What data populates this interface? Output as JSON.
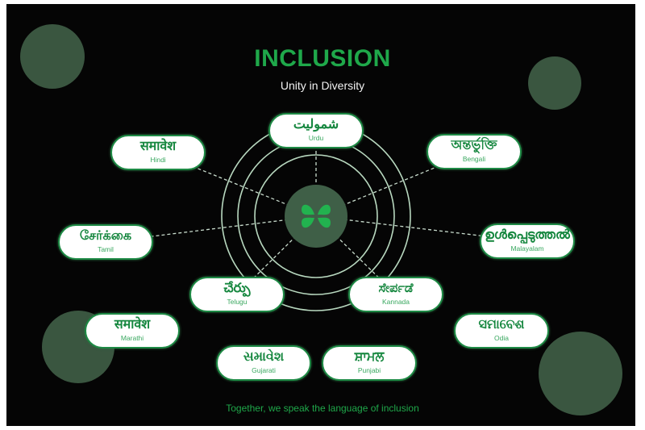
{
  "header": {
    "title": "INCLUSION",
    "subtitle": "Unity in Diversity"
  },
  "footer": "Together, we speak the language of inclusion",
  "center_icon": "clover-logo-icon",
  "colors": {
    "accent": "#1fa84a",
    "background": "#050505",
    "ring": "#b8d8bf",
    "decor": "#3a5640",
    "hub": "#3f5f47"
  },
  "languages": [
    {
      "word": "شمولیت",
      "name": "Urdu"
    },
    {
      "word": "समावेश",
      "name": "Hindi"
    },
    {
      "word": "অন্তর্ভুক্তি",
      "name": "Bengali"
    },
    {
      "word": "சேர்க்கை",
      "name": "Tamil"
    },
    {
      "word": "ഉൾപ്പെടുത്തൽ",
      "name": "Malayalam"
    },
    {
      "word": "చేర్పు",
      "name": "Telugu"
    },
    {
      "word": "ಸೇರ್ಪಡೆ",
      "name": "Kannada"
    },
    {
      "word": "समावेश",
      "name": "Marathi"
    },
    {
      "word": "ସମାବେଶ",
      "name": "Odia"
    },
    {
      "word": "સમાવેશ",
      "name": "Gujarati"
    },
    {
      "word": "ਸ਼ਾਮਲ",
      "name": "Punjabi"
    }
  ]
}
